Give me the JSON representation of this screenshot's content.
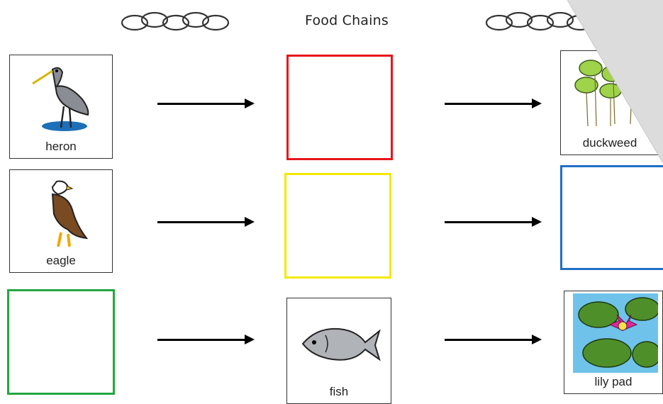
{
  "worksheet": {
    "title": "Food Chains",
    "cards": {
      "heron": {
        "label": "heron",
        "icon": "heron-icon"
      },
      "eagle": {
        "label": "eagle",
        "icon": "eagle-icon"
      },
      "fish": {
        "label": "fish",
        "icon": "fish-icon"
      },
      "duckweed": {
        "label": "duckweed",
        "icon": "duckweed-icon"
      },
      "lily_pad": {
        "label": "lily pad",
        "icon": "lily-pad-icon"
      }
    },
    "empty_box_colors": {
      "red": "#e8161b",
      "yellow": "#f4e800",
      "blue": "#1f6fc6",
      "green": "#23a742"
    }
  }
}
